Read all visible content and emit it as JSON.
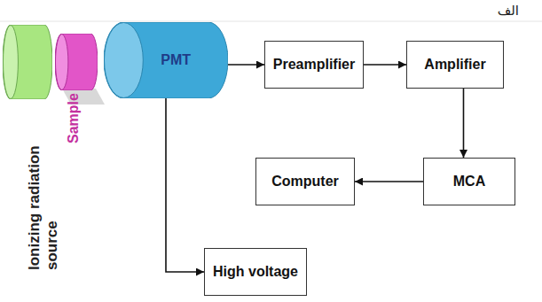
{
  "diagram": {
    "nodes": [
      {
        "text": [
          "Ionizing radiation source"
        ]
      },
      {
        "text": [
          "Sample"
        ]
      },
      {
        "text": [
          "PMT"
        ]
      },
      {
        "text": [
          "Preamplifier"
        ]
      },
      {
        "text": [
          "Amplifier"
        ]
      },
      {
        "text": [
          "MCA"
        ]
      },
      {
        "text": [
          "Computer"
        ]
      },
      {
        "text": [
          "High voltage"
        ]
      }
    ],
    "edges": [
      {
        "from": 2,
        "to": 3,
        "arrow": "to"
      },
      {
        "from": 3,
        "to": 4,
        "arrow": "to"
      },
      {
        "from": 4,
        "to": 5,
        "arrow": "to"
      },
      {
        "from": 5,
        "to": 6,
        "arrow": "to"
      },
      {
        "from": 2,
        "to": 7,
        "arrow": "to"
      }
    ],
    "labels": [
      "الف"
    ]
  }
}
